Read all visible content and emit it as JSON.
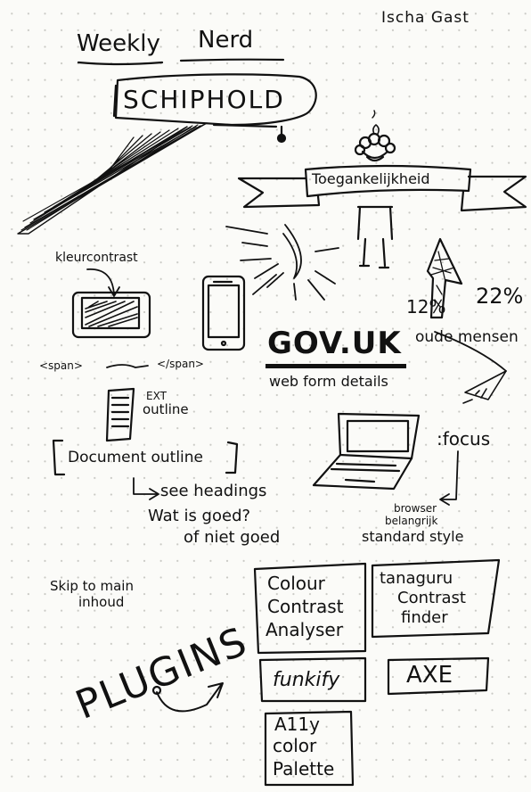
{
  "author": "Ischa Gast",
  "title": {
    "word1": "Weekly",
    "word2": "Nerd"
  },
  "plane_label": "SCHIPHOLD",
  "banner_label": "Toegankelijkheid",
  "left_notes": {
    "kleurcontrast": "kleurcontrast",
    "span_open": "<span>",
    "span_close": "</span>",
    "ext_line1": "EXT",
    "ext_line2": "outline",
    "document_outline": "Document outline",
    "see_headings": "see headings",
    "wat_is_goed": "Wat is goed?",
    "of_niet_goed": "of niet goed",
    "skip_line1": "Skip to main",
    "skip_line2": "inhoud"
  },
  "stats": {
    "left": "12%",
    "right": "22%",
    "label": "oude mensen"
  },
  "gov": {
    "logo": "GOV.UK",
    "caption": "web form details"
  },
  "focus": {
    "label": ":focus",
    "line1": "browser",
    "line2": "belangrijk",
    "line3": "standard style"
  },
  "plugins": {
    "heading": "PLUGINS",
    "boxes": [
      {
        "lines": [
          "Colour",
          "Contrast",
          "Analyser"
        ]
      },
      {
        "lines": [
          "tanaguru",
          "Contrast",
          "finder"
        ]
      },
      {
        "lines": [
          "funkify"
        ]
      },
      {
        "lines": [
          "AXE"
        ]
      },
      {
        "lines": [
          "A11y",
          "color",
          "Palette"
        ]
      }
    ]
  },
  "colors": {
    "ink": "#111111",
    "paper": "#fbfbf8",
    "dots": "#c9c9c4"
  }
}
